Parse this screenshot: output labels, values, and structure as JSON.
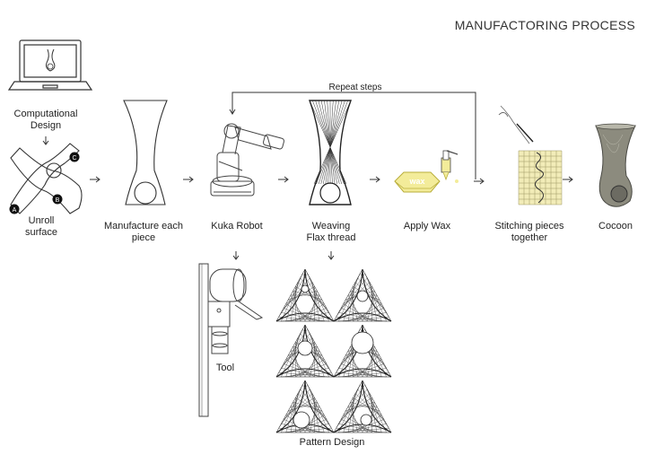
{
  "title": "MANUFACTORING PROCESS",
  "repeat_label": "Repeat steps",
  "wax_label": "wax",
  "steps": [
    {
      "id": "computational",
      "label_lines": [
        "Computational",
        "Design"
      ]
    },
    {
      "id": "unroll",
      "label_lines": [
        "Unroll",
        "surface"
      ]
    },
    {
      "id": "manufacture",
      "label_lines": [
        "Manufacture each",
        "piece"
      ]
    },
    {
      "id": "kuka",
      "label_lines": [
        "Kuka Robot"
      ]
    },
    {
      "id": "weaving",
      "label_lines": [
        "Weaving",
        "Flax thread"
      ]
    },
    {
      "id": "wax",
      "label_lines": [
        "Apply Wax"
      ]
    },
    {
      "id": "stitching",
      "label_lines": [
        "Stitching pieces",
        "together"
      ]
    },
    {
      "id": "cocoon",
      "label_lines": [
        "Cocoon"
      ]
    },
    {
      "id": "tool",
      "label_lines": [
        "Tool"
      ]
    },
    {
      "id": "pattern",
      "label_lines": [
        "Pattern Design"
      ]
    }
  ],
  "markers": [
    "A",
    "B",
    "C"
  ],
  "colors": {
    "line": "#333333",
    "wax_fill": "#f3ec9a",
    "wax_stroke": "#b9ae3a",
    "stitch_yellow": "#efe7a6",
    "cocoon_fill": "#8c8b7e",
    "cocoon_dark": "#4a4a44"
  }
}
